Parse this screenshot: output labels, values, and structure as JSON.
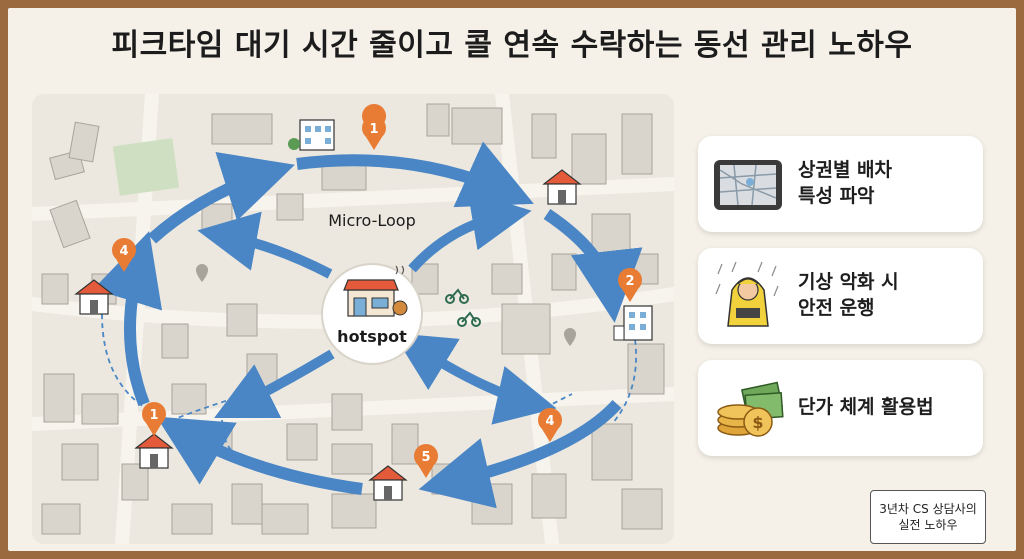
{
  "title": "피크타임 대기 시간 줄이고 콜 연속 수락하는 동선 관리 노하우",
  "map": {
    "loop_label": "Micro-Loop",
    "hotspot_label": "hotspot",
    "pins": [
      "1",
      "2",
      "4",
      "1",
      "4",
      "5"
    ],
    "colors": {
      "arrow": "#4a86c5",
      "pin": "#e87c35",
      "road": "#e8e3d8"
    }
  },
  "cards": [
    {
      "label": "상권별 배차\n특성 파악",
      "icon": "map-tablet-icon"
    },
    {
      "label": "기상 악화 시\n안전 운행",
      "icon": "rain-rider-icon"
    },
    {
      "label": "단가 체계 활용법",
      "icon": "coins-cash-icon"
    }
  ],
  "note": "3년차 CS 상담사의\n실전 노하우"
}
